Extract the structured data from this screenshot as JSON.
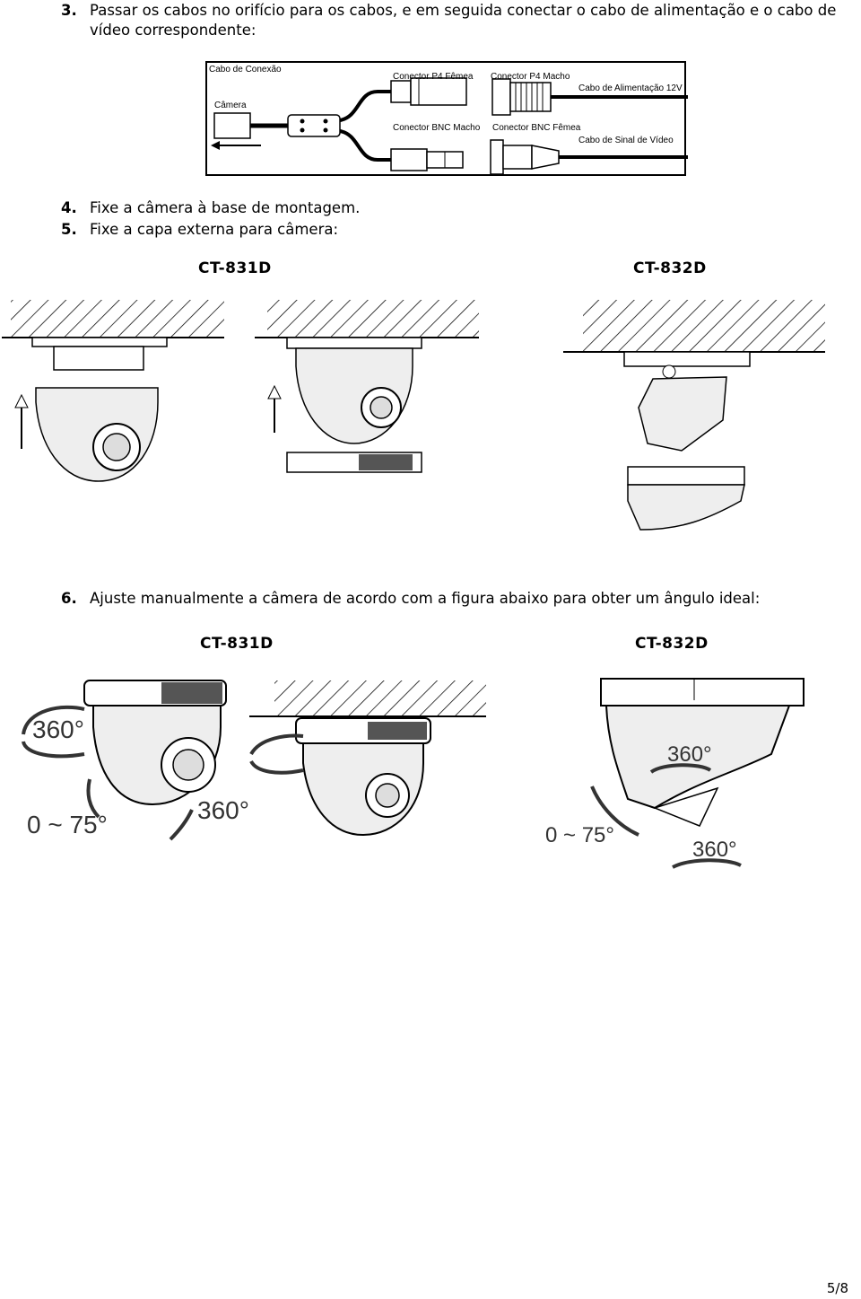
{
  "steps": [
    {
      "num": "3.",
      "text_line1": "Passar os cabos no orifício para os cabos, e em seguida conectar o cabo de alimentação e o cabo de",
      "text_line2": "vídeo correspondente:"
    },
    {
      "num": "4.",
      "text": "Fixe a câmera à base de montagem."
    },
    {
      "num": "5.",
      "text": "Fixe a capa externa para câmera:"
    },
    {
      "num": "6.",
      "text": "Ajuste manualmente a câmera de acordo com a figura abaixo para obter um ângulo ideal:"
    }
  ],
  "cable_diagram": {
    "labels": {
      "cabo_conexao": "Cabo de Conexão",
      "camera": "Câmera",
      "p4_femea": "Conector P4 Fêmea",
      "p4_macho": "Conector P4 Macho",
      "alimentacao": "Cabo de Alimentação 12V",
      "bnc_macho": "Conector BNC Macho",
      "bnc_femea": "Conector BNC Fêmea",
      "sinal_video": "Cabo de Sinal de Vídeo"
    }
  },
  "models": {
    "left": "CT-831D",
    "right": "CT-832D"
  },
  "angles": {
    "pan": "360°",
    "tilt": "0 ~ 75°",
    "rotate": "360°"
  },
  "page_number": "5/8"
}
